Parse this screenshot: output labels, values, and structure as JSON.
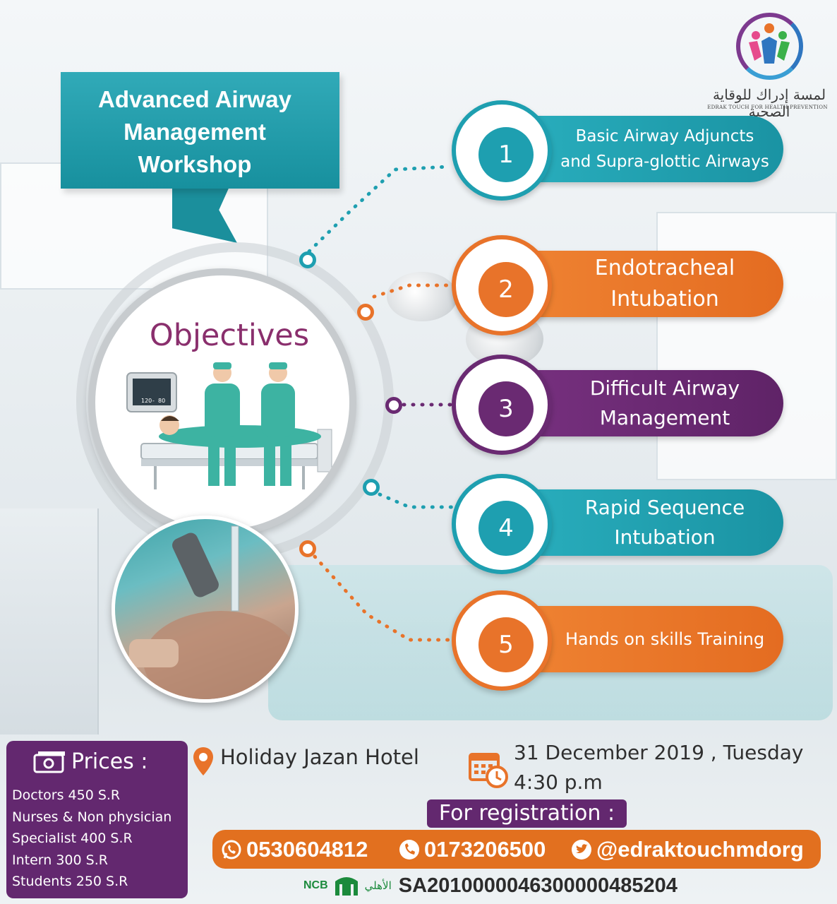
{
  "title": {
    "line1": "Advanced Airway",
    "line2": "Management",
    "line3": "Workshop"
  },
  "logo": {
    "arabic": "لمسة إدراك للوقاية الصحية",
    "english": "EDRAK TOUCH FOR HEALTH PREVENTION"
  },
  "objectives": {
    "heading": "Objectives",
    "monitor": {
      "top": "120",
      "sep": "-",
      "bottom": "80"
    },
    "items": [
      {
        "number": "1",
        "line1": "Basic Airway Adjuncts",
        "line2": "and Supra-glottic Airways",
        "color": "#1e9fb0"
      },
      {
        "number": "2",
        "line1": "Endotracheal",
        "line2": "Intubation",
        "color": "#e8732a"
      },
      {
        "number": "3",
        "line1": "Difficult Airway",
        "line2": "Management",
        "color": "#6a2a72"
      },
      {
        "number": "4",
        "line1": "Rapid Sequence",
        "line2": "Intubation",
        "color": "#1e9fb0"
      },
      {
        "number": "5",
        "line1": "Hands on skills Training",
        "line2": "",
        "color": "#e8732a"
      }
    ]
  },
  "prices": {
    "title": "Prices :",
    "list": [
      "Doctors 450 S.R",
      "Nurses & Non physician",
      "Specialist 400 S.R",
      "Intern 300  S.R",
      "Students 250 S.R"
    ]
  },
  "venue": "Holiday Jazan Hotel",
  "date": "31 December 2019 , Tuesday",
  "time": "4:30 p.m",
  "registration": {
    "label": "For registration :",
    "whatsapp": "0530604812",
    "phone": "0173206500",
    "twitter": "@edraktouchmdorg"
  },
  "bank": {
    "name_en": "NCB",
    "name_ar": "الأهلي",
    "iban": "SA2010000046300000485204"
  },
  "colors": {
    "teal": "#1e9fb0",
    "orange": "#e8732a",
    "purple": "#6a2a72",
    "price_box": "#63286f"
  }
}
